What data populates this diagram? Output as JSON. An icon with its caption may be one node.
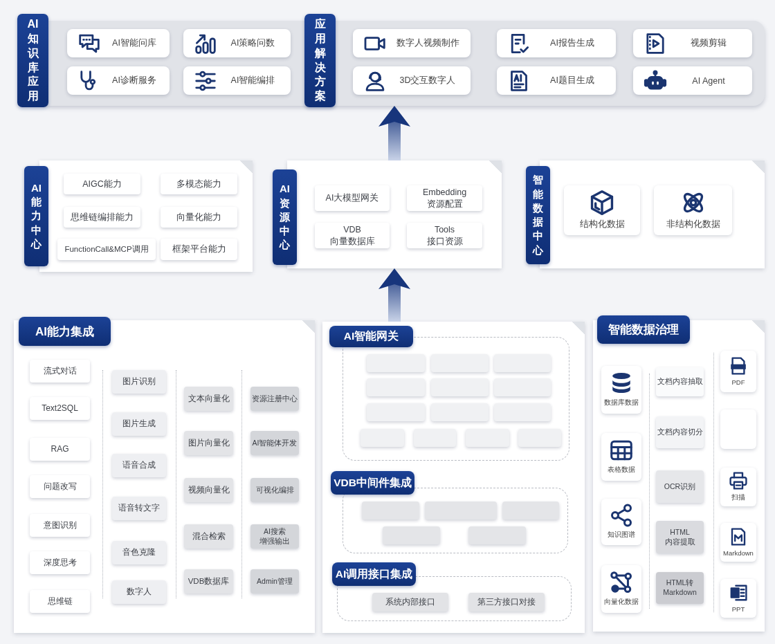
{
  "diagram": {
    "nodes": [
      {
        "text": [],
        "shape": "box"
      },
      {
        "text": [
          "AI知识库应用"
        ]
      },
      {
        "text": [
          "AI智能问库"
        ],
        "in": 0
      },
      {
        "text": [
          "AI策略问数"
        ],
        "in": 0
      },
      {
        "text": [
          "AI诊断服务"
        ],
        "in": 0
      },
      {
        "text": [
          "AI智能编排"
        ],
        "in": 0
      },
      {
        "text": [
          "应用解决方案"
        ]
      },
      {
        "text": [
          "数字人视频制作"
        ],
        "in": 0
      },
      {
        "text": [
          "AI报告生成"
        ],
        "in": 0
      },
      {
        "text": [
          "视频剪辑"
        ],
        "in": 0
      },
      {
        "text": [
          "3D交互数字人"
        ],
        "in": 0
      },
      {
        "text": [
          "AI题目生成"
        ],
        "in": 0
      },
      {
        "text": [
          "AI Agent"
        ],
        "in": 0
      },
      {
        "text": [
          "AI能力中心"
        ]
      },
      {
        "text": [
          "AIGC能力"
        ],
        "in": 13
      },
      {
        "text": [
          "多模态能力"
        ],
        "in": 13
      },
      {
        "text": [
          "思维链编排能力"
        ],
        "in": 13
      },
      {
        "text": [
          "向量化能力"
        ],
        "in": 13
      },
      {
        "text": [
          "FunctionCall&MCP调用"
        ],
        "in": 13
      },
      {
        "text": [
          "框架平台能力"
        ],
        "in": 13
      },
      {
        "text": [
          "AI资源中心"
        ]
      },
      {
        "text": [
          "AI大模型网关"
        ],
        "in": 20
      },
      {
        "text": [
          "Embedding 资源配置"
        ],
        "in": 20
      },
      {
        "text": [
          "VDB 向量数据库"
        ],
        "in": 20
      },
      {
        "text": [
          "Tools 接口资源"
        ],
        "in": 20
      },
      {
        "text": [
          "智能数据中心"
        ]
      },
      {
        "text": [
          "结构化数据"
        ],
        "in": 25
      },
      {
        "text": [
          "非结构化数据"
        ],
        "in": 25
      },
      {
        "text": [
          "AI能力集成"
        ]
      },
      {
        "text": [
          "流式对话"
        ],
        "in": 28
      },
      {
        "text": [
          "Text2SQL"
        ],
        "in": 28
      },
      {
        "text": [
          "RAG"
        ],
        "in": 28
      },
      {
        "text": [
          "问题改写"
        ],
        "in": 28
      },
      {
        "text": [
          "意图识别"
        ],
        "in": 28
      },
      {
        "text": [
          "深度思考"
        ],
        "in": 28
      },
      {
        "text": [
          "思维链"
        ],
        "in": 28
      },
      {
        "text": [
          "图片识别"
        ],
        "in": 28
      },
      {
        "text": [
          "图片生成"
        ],
        "in": 28
      },
      {
        "text": [
          "语音合成"
        ],
        "in": 28
      },
      {
        "text": [
          "语音转文字"
        ],
        "in": 28
      },
      {
        "text": [
          "音色克隆"
        ],
        "in": 28
      },
      {
        "text": [
          "数字人"
        ],
        "in": 28
      },
      {
        "text": [
          "文本向量化"
        ],
        "in": 28
      },
      {
        "text": [
          "图片向量化"
        ],
        "in": 28
      },
      {
        "text": [
          "视频向量化"
        ],
        "in": 28
      },
      {
        "text": [
          "混合检索"
        ],
        "in": 28
      },
      {
        "text": [
          "VDB数据库"
        ],
        "in": 28
      },
      {
        "text": [
          "资源注册中心"
        ],
        "in": 28
      },
      {
        "text": [
          "AI智能体开发"
        ],
        "in": 28
      },
      {
        "text": [
          "可视化编排"
        ],
        "in": 28
      },
      {
        "text": [
          "AI搜索增强输出"
        ],
        "in": 28
      },
      {
        "text": [
          "Admin管理"
        ],
        "in": 28
      },
      {
        "text": [],
        "shape": "box"
      },
      {
        "text": [
          "AI智能网关"
        ],
        "in": 52
      },
      {
        "text": [],
        "shape": "box",
        "in": 53
      },
      {
        "text": [],
        "shape": "box",
        "in": 53
      },
      {
        "text": [],
        "shape": "box",
        "in": 53
      },
      {
        "text": [],
        "shape": "box",
        "in": 53
      },
      {
        "text": [],
        "shape": "box",
        "in": 53
      },
      {
        "text": [],
        "shape": "box",
        "in": 53
      },
      {
        "text": [],
        "shape": "box",
        "in": 53
      },
      {
        "text": [],
        "shape": "box",
        "in": 53
      },
      {
        "text": [],
        "shape": "box",
        "in": 53
      },
      {
        "text": [],
        "shape": "box",
        "in": 53
      },
      {
        "text": [],
        "shape": "box",
        "in": 53
      },
      {
        "text": [],
        "shape": "box",
        "in": 53
      },
      {
        "text": [],
        "shape": "box",
        "in": 53
      },
      {
        "text": [
          "VDB中间件集成"
        ],
        "in": 52
      },
      {
        "text": [],
        "shape": "box",
        "in": 67
      },
      {
        "text": [],
        "shape": "box",
        "in": 67
      },
      {
        "text": [],
        "shape": "box",
        "in": 67
      },
      {
        "text": [],
        "shape": "box",
        "in": 67
      },
      {
        "text": [],
        "shape": "box",
        "in": 67
      },
      {
        "text": [
          "AI调用接口集成"
        ],
        "in": 52
      },
      {
        "text": [
          "系统内部接口"
        ],
        "in": 73
      },
      {
        "text": [
          "第三方接口对接"
        ],
        "in": 73
      },
      {
        "text": [
          "智能数据治理"
        ]
      },
      {
        "text": [
          "数据库数据"
        ],
        "in": 76
      },
      {
        "text": [
          "表格数据"
        ],
        "in": 76
      },
      {
        "text": [
          "知识图谱"
        ],
        "in": 76
      },
      {
        "text": [
          "向量化数据"
        ],
        "in": 76
      },
      {
        "text": [
          "文档内容抽取"
        ],
        "in": 76
      },
      {
        "text": [
          "文档内容切分"
        ],
        "in": 76
      },
      {
        "text": [
          "OCR识别"
        ],
        "in": 76
      },
      {
        "text": [
          "HTML 内容提取"
        ],
        "in": 76
      },
      {
        "text": [
          "HTML转 Markdown"
        ],
        "in": 76
      },
      {
        "text": [
          "PDF"
        ],
        "in": 76
      },
      {
        "text": [],
        "shape": "box",
        "in": 76
      },
      {
        "text": [
          "扫描"
        ],
        "in": 76
      },
      {
        "text": [
          "Markdown"
        ],
        "in": 76
      },
      {
        "text": [
          "PPT"
        ],
        "in": 76
      }
    ],
    "edges": [
      {
        "from": 20,
        "to": 0,
        "arrow": "to"
      },
      {
        "from": 52,
        "to": 20,
        "arrow": "to"
      }
    ]
  }
}
